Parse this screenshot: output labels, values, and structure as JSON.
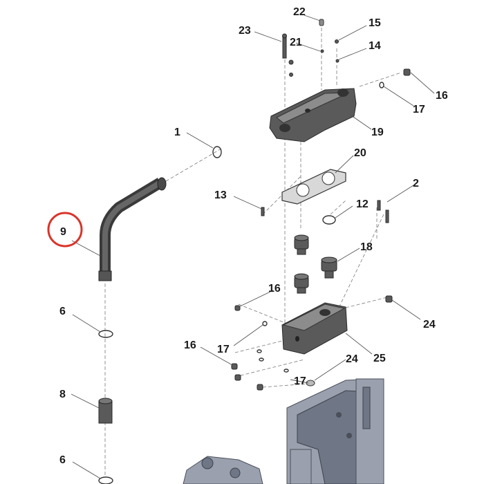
{
  "diagram": {
    "highlight_color": "#d9342b",
    "callouts": {
      "c1": "1",
      "c2": "2",
      "c6a": "6",
      "c6b": "6",
      "c8": "8",
      "c9": "9",
      "c12": "12",
      "c13": "13",
      "c14": "14",
      "c15": "15",
      "c16a": "16",
      "c16b": "16",
      "c16c": "16",
      "c17a": "17",
      "c17b": "17",
      "c17c": "17",
      "c18": "18",
      "c19": "19",
      "c20": "20",
      "c21": "21",
      "c22": "22",
      "c23": "23",
      "c24a": "24",
      "c24b": "24",
      "c25": "25"
    }
  }
}
